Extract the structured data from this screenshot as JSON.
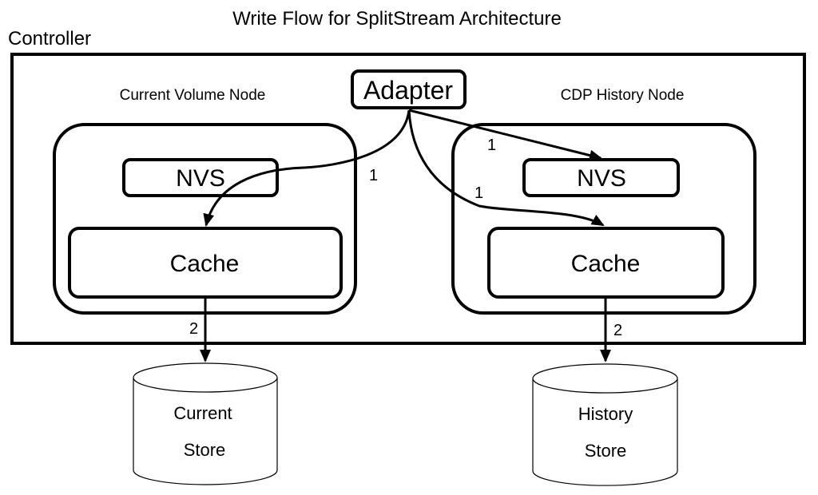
{
  "title": "Write Flow for SplitStream Architecture",
  "controller": {
    "label": "Controller"
  },
  "adapter": {
    "label": "Adapter"
  },
  "nodes": {
    "current": {
      "label": "Current Volume Node",
      "nvs": "NVS",
      "cache": "Cache"
    },
    "history": {
      "label": "CDP History Node",
      "nvs": "NVS",
      "cache": "Cache"
    }
  },
  "stores": {
    "current": {
      "line1": "Current",
      "line2": "Store"
    },
    "history": {
      "line1": "History",
      "line2": "Store"
    }
  },
  "edges": [
    {
      "from": "Adapter",
      "to": "Current Volume Node Cache",
      "label": "1"
    },
    {
      "from": "Adapter",
      "to": "CDP History Node NVS",
      "label": "1"
    },
    {
      "from": "Adapter",
      "to": "CDP History Node Cache",
      "label": "1"
    },
    {
      "from": "Current Volume Node Cache",
      "to": "Current Store",
      "label": "2"
    },
    {
      "from": "CDP History Node Cache",
      "to": "History Store",
      "label": "2"
    }
  ]
}
